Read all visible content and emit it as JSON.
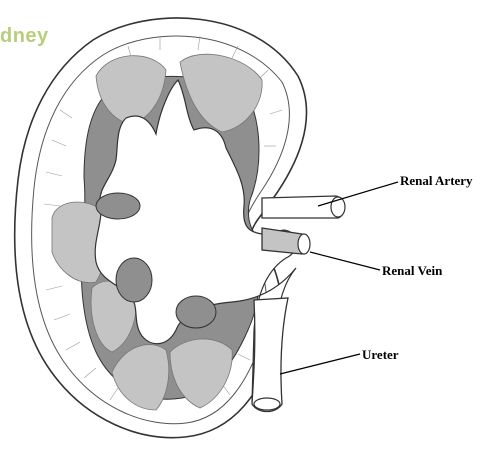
{
  "header": {
    "partial_title": "dney"
  },
  "labels": {
    "renal_artery": "Renal Artery",
    "renal_vein": "Renal Vein",
    "ureter": "Ureter"
  },
  "colors": {
    "pyramid_light": "#c4c4c4",
    "medulla_dark": "#8f8f8f",
    "pelvis_fill": "#ffffff",
    "outline": "#333333",
    "title_green": "#b8ce7c"
  }
}
